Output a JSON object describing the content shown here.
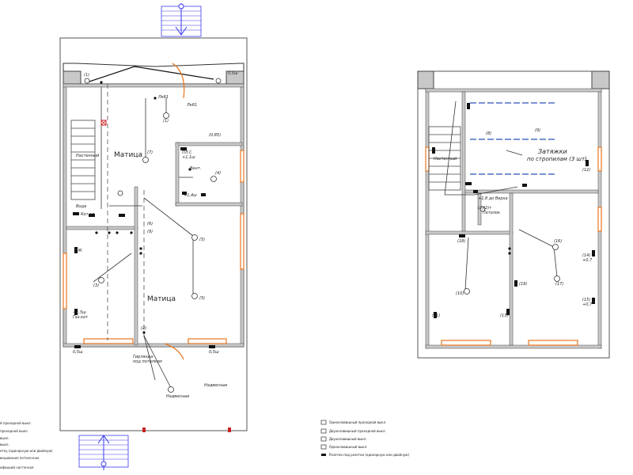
{
  "left_plan": {
    "labels": {
      "matica_1": "Матица",
      "matica_2": "Матица",
      "lkb1": "Лкб1",
      "nastenniy": "Настенный",
      "ventilyator": "Вент.",
      "girlyanda": "Гирлянда",
      "pod_potolkom": "под потолком",
      "nadvesnye_1": "Надвесные",
      "nadvesnye_2": "Надвесные",
      "gaz_kot": "Газ.кот",
      "voda": "Вода",
      "kot": "Кот.эл",
      "lkb_top": "Лкб1"
    },
    "dims": {
      "d_top_left": "(1)",
      "d_top_right": "0,5ш",
      "d_1": "(1)",
      "d_5": "(5)",
      "d_5b": "(5)",
      "d_3": "(3)",
      "d_2": "(2)",
      "d_4": "(4)",
      "d_6": "(6)",
      "d_7": "(7)",
      "d_9": "(9)",
      "h_14": "+1,4ш",
      "h_15": "+1,5ш",
      "h_05": "0,5ш",
      "h_05b": "0,5ш",
      "h_085": "(0,85)",
      "tm": "Т.М.",
      "plm": "ПЛ.С",
      "l": "+1,1ш"
    }
  },
  "right_plan": {
    "labels": {
      "zatyazhki_1": "Затяжки",
      "zatyazhki_2": "по стропилам (3 шт)",
      "nastenniy": "Настенный",
      "potolok": "Потолок",
      "verh": "+1,8 до Верха",
      "n2": "(2)(2)т"
    },
    "dims": {
      "r8": "(8)",
      "r9": "(9)",
      "r10": "(10)",
      "r11": "(11)",
      "r12": "(12)",
      "r13": "(13)",
      "r14": "(14)",
      "r15": "(15)",
      "r16": "(16)",
      "r18": "(18)",
      "r19": "(19)",
      "r17": "(17)",
      "h07a": "+0,7",
      "h07b": "+0,7"
    }
  },
  "legend_left": [
    "й проходной выкл.",
    "проходной выкл.",
    "выкл.",
    "выкл.",
    "етку (одинарную или двойную)",
    "вешивания потолочное",
    "ифицкий настенная"
  ],
  "legend_right": [
    "Одноклавишный проходной выкл.",
    "Двухклавишный проходной выкл.",
    "Двухклавишный выкл.",
    "Одноклавишный выкл.",
    "Розетки под розетки (одинарную или двойную)"
  ],
  "colors": {
    "wall": "#c8c8c8",
    "wall_stroke": "#444444",
    "window": "#e8761e",
    "door": "#e8761e",
    "north": "#3a3aee",
    "cable_blue": "#2b4fb8",
    "red": "#cc2222"
  }
}
